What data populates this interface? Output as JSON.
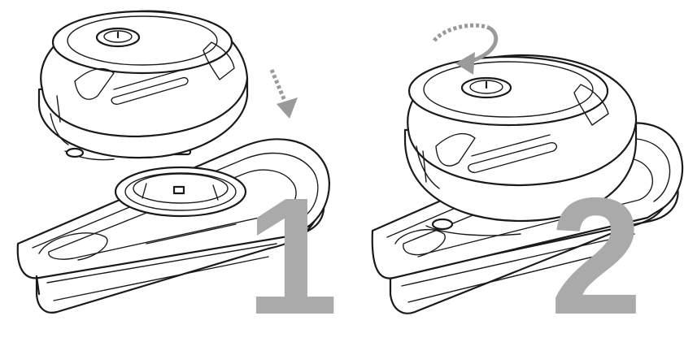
{
  "steps": [
    {
      "number": "1",
      "action": "attach-downward",
      "arrow_icon": "dashed-down-arrow-icon"
    },
    {
      "number": "2",
      "action": "rotate-to-lock",
      "arrow_icon": "curved-rotate-arrow-icon"
    }
  ],
  "colors": {
    "line": "#1a1a1a",
    "background": "#ffffff",
    "step_number": "#aaaaaa",
    "arrow": "#9a9a9a"
  }
}
